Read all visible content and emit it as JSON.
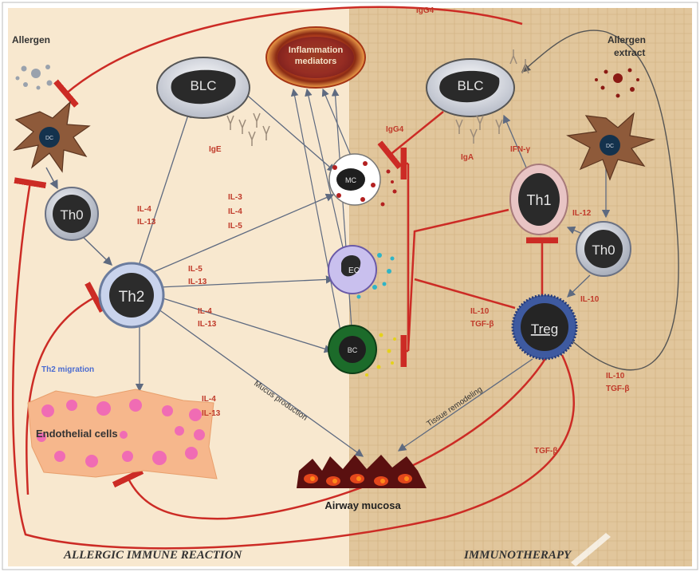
{
  "panels": {
    "left_title": "ALLERGIC IMMUNE REACTION",
    "right_title": "IMMUNOTHERAPY"
  },
  "nodes": {
    "allergen": "Allergen",
    "allergen_extract": "Allergen extract",
    "dc": "DC",
    "blc_left": "BLC",
    "blc_right": "BLC",
    "inflammation": "Inflammation mediators",
    "th0_left": "Th0",
    "th0_right": "Th0",
    "th2": "Th2",
    "th1": "Th1",
    "treg": "Treg",
    "mc": "MC",
    "eos": "EC",
    "bc": "BC",
    "endothelial": "Endothelial cells",
    "airway": "Airway mucosa"
  },
  "edge_labels": {
    "igg4_top": "IgG4",
    "igg4_mid": "IgG4",
    "ige": "IgE",
    "iga": "IgA",
    "ifn": "IFN-γ",
    "il4_il13_a": [
      "IL-4",
      "IL-13"
    ],
    "il3_il4_il5": [
      "IL-3",
      "IL-4",
      "IL-5"
    ],
    "il5_il13": [
      "IL-5",
      "IL-13"
    ],
    "il4_il13_b": [
      "IL-4",
      "IL-13"
    ],
    "il4_il13_c": [
      "IL-4",
      "IL-13"
    ],
    "il12": "IL-12",
    "il10_left": [
      "IL-10",
      "TGF-β"
    ],
    "il10_right": "IL-10",
    "il10_tgf_right": [
      "IL-10",
      "TGF-β"
    ],
    "tgfb_bottom": "TGF-β",
    "th2_migration": "Th2 migration",
    "mucus": "Mucus production",
    "tissue": "Tissue remodeling"
  },
  "colors": {
    "left_bg": "#f8e8cf",
    "right_bg": "#e2c89f",
    "inhibit": "#cc2b25",
    "arrow": "#5e6a80",
    "label_red": "#c03a2a"
  }
}
